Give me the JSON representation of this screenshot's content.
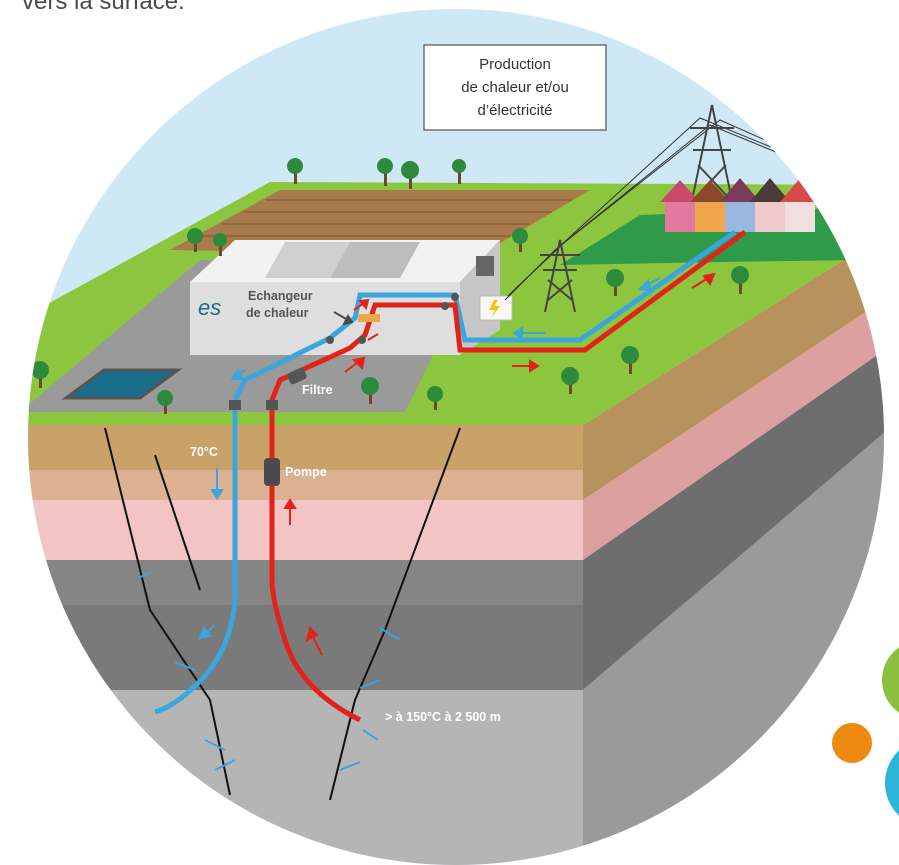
{
  "header": {
    "caption": "vers la surface."
  },
  "labels": {
    "production": [
      "Production",
      "de chaleur et/ou",
      "d’électricité"
    ],
    "echangeur": [
      "Echangeur",
      "de chaleur"
    ],
    "filtre": "Filtre",
    "pompe": "Pompe",
    "temp_cold": "70°C",
    "temp_hot": "> à 150°C à 2 500 m",
    "logo": "es"
  },
  "colors": {
    "sky": "#cfe8f6",
    "grass": "#8cc63f",
    "field": "#a97a4c",
    "soil_1": "#c9a26a",
    "soil_2": "#f2c4c4",
    "rock_1": "#8a8a8a",
    "rock_2": "#b5b5b5",
    "hot_pipe": "#e2231a",
    "cold_pipe": "#3aa6dd",
    "accent_green": "#8cbf3f",
    "accent_orange": "#ee8a0f",
    "accent_cyan": "#2bb6d9"
  },
  "icons": [
    "tree-icon",
    "pylon-icon",
    "house-icon",
    "arrow-icon",
    "logo-es-icon"
  ]
}
